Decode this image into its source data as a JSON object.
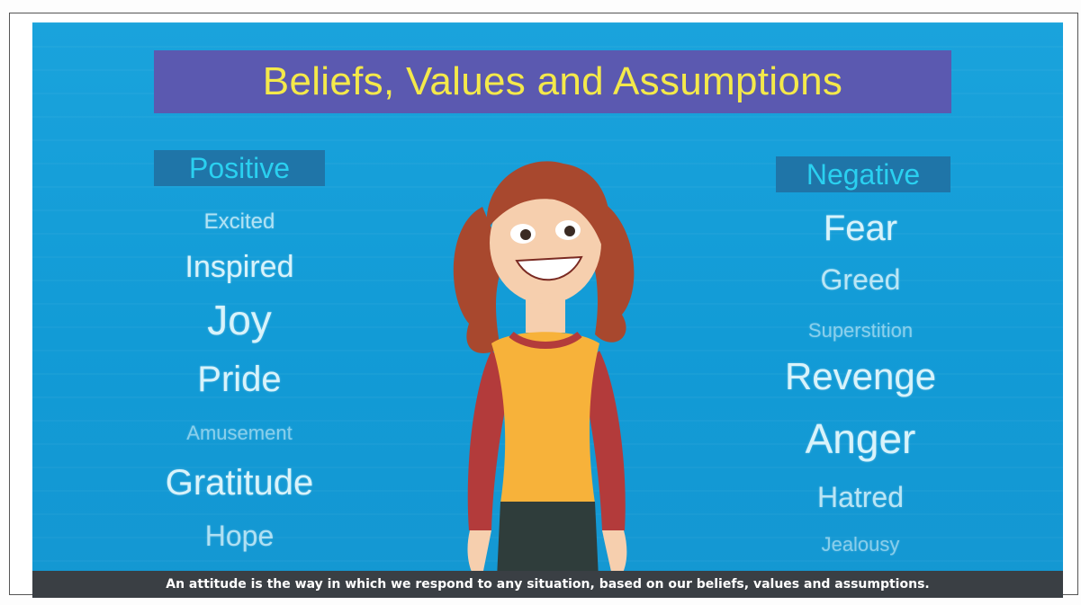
{
  "slide": {
    "title": "Beliefs, Values and Assumptions",
    "positive": {
      "heading": "Positive",
      "words": [
        "Excited",
        "Inspired",
        "Joy",
        "Pride",
        "Amusement",
        "Gratitude",
        "Hope"
      ]
    },
    "negative": {
      "heading": "Negative",
      "words": [
        "Fear",
        "Greed",
        "Superstition",
        "Revenge",
        "Anger",
        "Hatred",
        "Jealousy"
      ]
    },
    "caption": "An attitude is the way in which we respond to any situation, based on our beliefs, values and assumptions."
  },
  "colors": {
    "background": "#1aa3dc",
    "title_box": "#5b59b0",
    "title_text": "#f4e94a",
    "heading_box": "#1f75a8",
    "heading_text": "#2ad0f0",
    "caption_bar": "#3a3f44"
  },
  "illustration": {
    "icon": "smiling-woman-cartoon"
  }
}
